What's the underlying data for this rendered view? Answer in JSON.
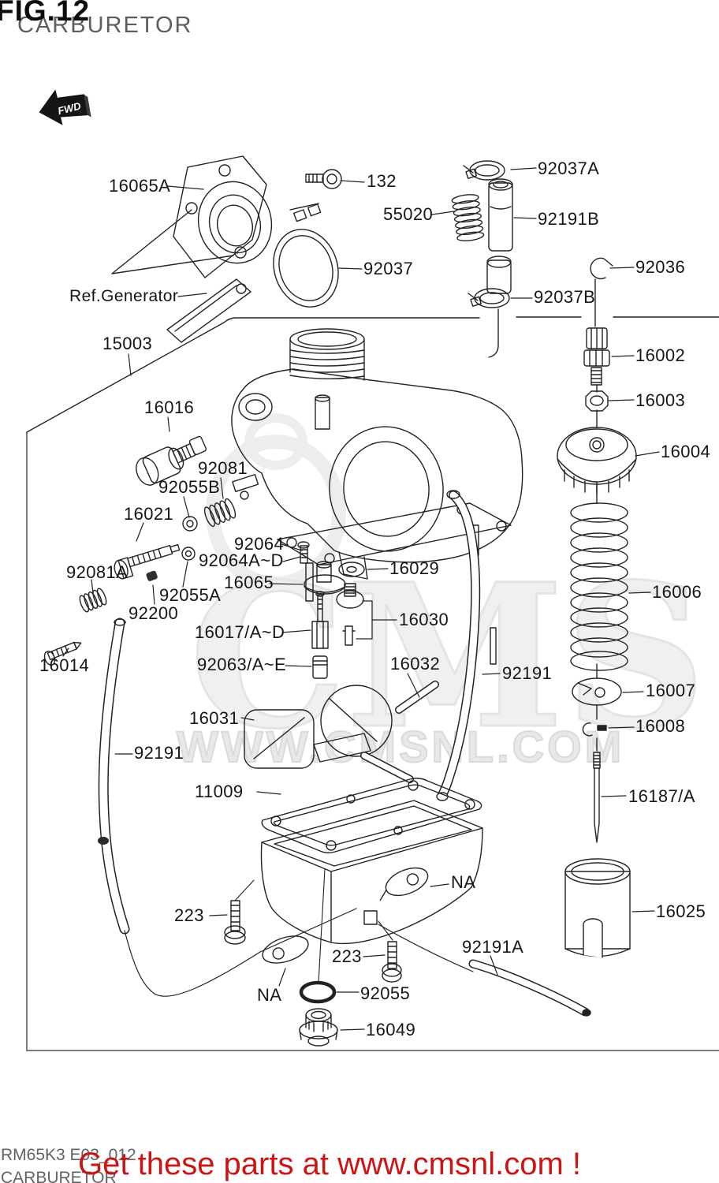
{
  "figure": {
    "fig_label": "FIG.12",
    "title": "CARBURETOR",
    "fwd_label": "FWD"
  },
  "watermark": {
    "logo_text": "CMS",
    "site_text": "WWW.CMSNL.COM"
  },
  "footer": {
    "model_code": "RM65K3 E03_012",
    "diagram_name": "CARBURETOR",
    "promo_text": "Get these parts at www.cmsnl.com !",
    "promo_color": "#cc1414"
  },
  "parts": {
    "p16065A": "16065A",
    "p132": "132",
    "p92037": "92037",
    "pRefGen": "Ref.Generator",
    "p55020": "55020",
    "p92037A": "92037A",
    "p92191B": "92191B",
    "p92036": "92036",
    "p92037B": "92037B",
    "p15003": "15003",
    "p16002": "16002",
    "p16003": "16003",
    "p16004": "16004",
    "p16016": "16016",
    "p92081": "92081",
    "p92055B": "92055B",
    "p16021": "16021",
    "p16006": "16006",
    "p92081A": "92081A",
    "p92064": "92064",
    "p92064AD": "92064A~D",
    "p92055A": "92055A",
    "p16065": "16065",
    "p16029": "16029",
    "p92200": "92200",
    "p16030": "16030",
    "p16014": "16014",
    "p16017AD": "16017/A~D",
    "p92063AE": "92063/A~E",
    "p16032": "16032",
    "p92191R": "92191",
    "p16007": "16007",
    "p16008": "16008",
    "p16031": "16031",
    "p92191L": "92191",
    "p16187A": "16187/A",
    "p11009": "11009",
    "p16025": "16025",
    "pNAR": "NA",
    "p223L": "223",
    "p92191A": "92191A",
    "p223B": "223",
    "pNAL": "NA",
    "p92055": "92055",
    "p16049": "16049"
  }
}
